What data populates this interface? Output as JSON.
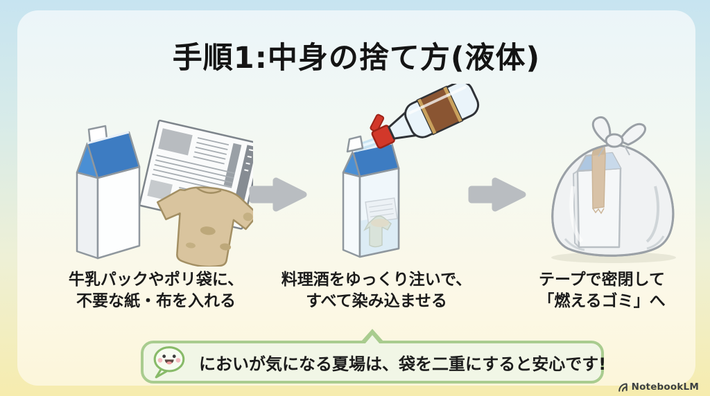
{
  "slide": {
    "title": "手順1:中身の捨て方(液体)",
    "steps": [
      {
        "illustration": "milk-carton-newspaper-shirt",
        "caption_line1": "牛乳パックやポリ袋に、",
        "caption_line2": "不要な紙・布を入れる"
      },
      {
        "illustration": "bottle-pouring-into-carton",
        "caption_line1": "料理酒をゆっくり注いで、",
        "caption_line2": "すべて染み込ませる"
      },
      {
        "illustration": "taped-carton-in-plastic-bag",
        "caption_line1": "テープで密閉して",
        "caption_line2": "「燃えるゴミ」へ"
      }
    ],
    "tip": {
      "icon": "speech-bubble-face-icon",
      "text": "においが気になる夏場は、袋を二重にすると安心です!"
    },
    "footer": {
      "icon": "notebooklm-logo-icon",
      "brand": "NotebookLM"
    },
    "colors": {
      "background_top": "#c7e4f0",
      "background_bottom": "#f6ecae",
      "card_top": "#ebf5f9",
      "card_bottom": "#fcf6da",
      "title_text": "#141414",
      "caption_text": "#1b1b1b",
      "arrow_gray": "#b9bdc1",
      "callout_border": "#a9cc8f",
      "callout_bg": "#f1f6e6",
      "carton_blue": "#4a8fd4",
      "carton_blue_dark": "#3d7cc2",
      "bottle_label_brown": "#8a5532",
      "spout_red": "#d2382a",
      "tape_brown": "#c79d6a",
      "shirt_tan": "#d9c49e",
      "brand_text": "#3c4043"
    }
  }
}
